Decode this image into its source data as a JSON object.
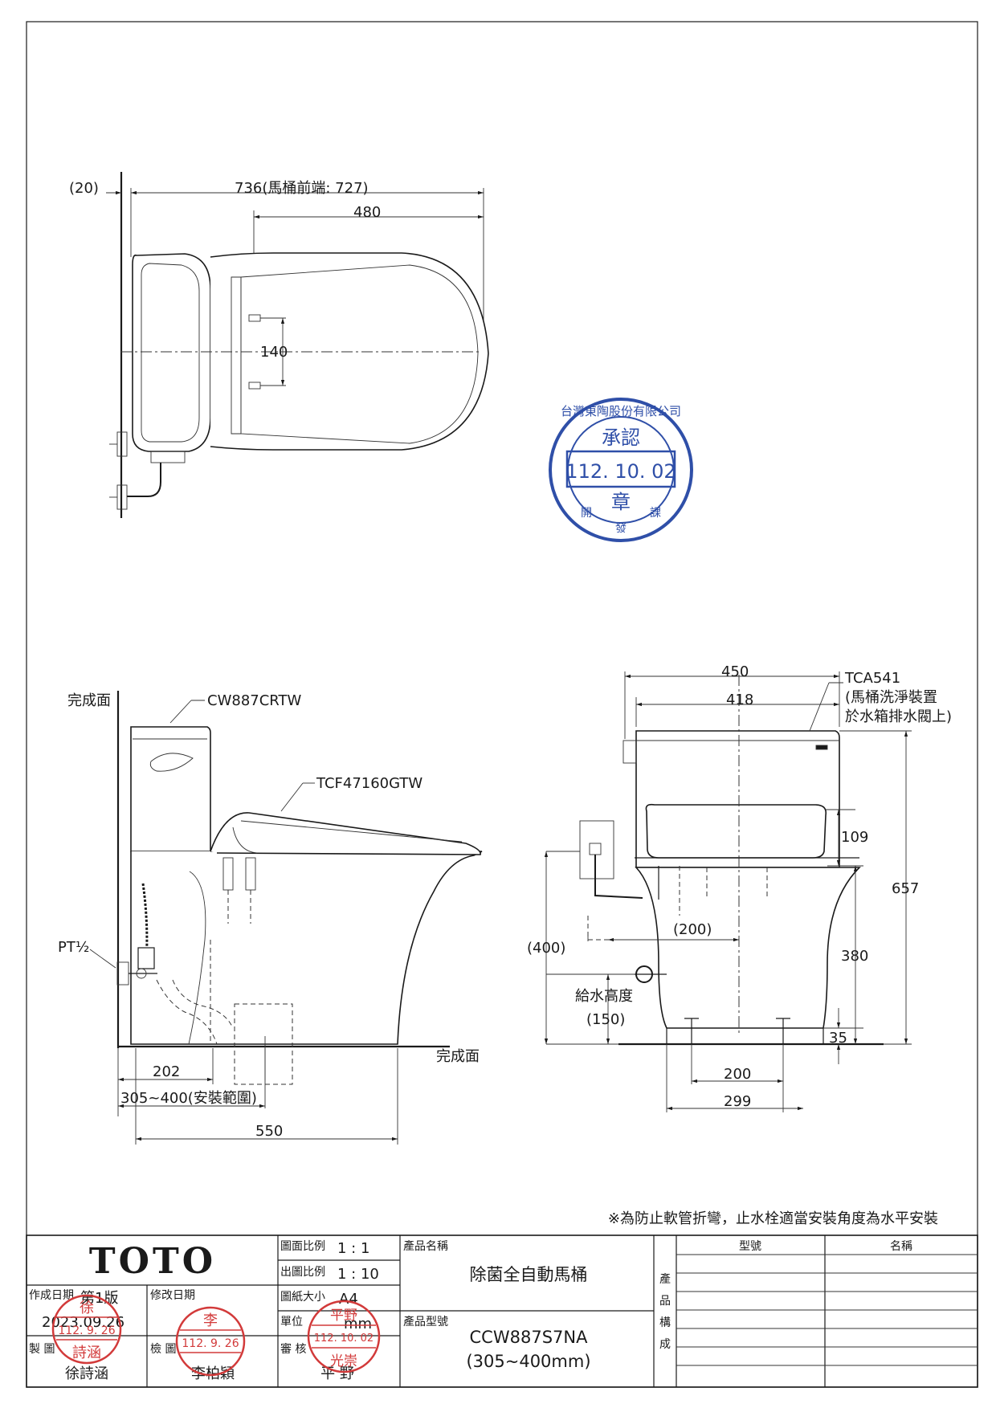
{
  "dims": {
    "top_offset": "(20)",
    "top_length": "736(馬桶前端: 727)",
    "top_seat": "480",
    "top_bolt": "140",
    "front_450": "450",
    "front_418": "418",
    "front_109": "109",
    "front_657": "657",
    "front_380": "380",
    "front_35": "35",
    "front_400": "(400)",
    "front_200p": "(200)",
    "front_200": "200",
    "front_299": "299",
    "water_height_label": "給水高度",
    "water_height_val": "(150)",
    "side_202": "202",
    "side_range": "305~400(安裝範圍)",
    "side_550": "550"
  },
  "labels": {
    "finish_wall": "完成面",
    "finish_floor": "完成面",
    "tank_model": "CW887CRTW",
    "seat_model": "TCF47160GTW",
    "pipe_thread": "PT½",
    "tca_model": "TCA541",
    "tca_note_1": "(馬桶洗淨裝置",
    "tca_note_2": "於水箱排水閥上)",
    "install_note": "※為防止軟管折彎，止水栓適當安裝角度為水平安裝"
  },
  "approval_stamp": {
    "company": "台灣東陶股份有限公司",
    "title": "承認",
    "date": "112. 10. 02",
    "mark": "章",
    "dept_1": "開",
    "dept_2": "發",
    "dept_3": "課"
  },
  "title_block": {
    "brand": "TOTO",
    "created_label": "作成日期",
    "edition": "第1版",
    "created_date": "2023.09.26",
    "revised_label": "修改日期",
    "maker_label": "製 圖",
    "maker_name": "徐詩涵",
    "checker_label": "檢 圖",
    "checker_name": "李柏穎",
    "drawing_scale_label": "圖面比例",
    "drawing_scale": "1 : 1",
    "print_scale_label": "出圖比例",
    "print_scale": "1 : 10",
    "paper_label": "圖紙大小",
    "paper": "A4",
    "unit_label": "單位",
    "unit": "mm",
    "review_label": "審 核",
    "reviewer": "平 野",
    "product_name_label": "產品名稱",
    "product_name": "除菌全自動馬桶",
    "product_no_label": "產品型號",
    "product_no": "CCW887S7NA",
    "product_range": "(305~400mm)",
    "composition_1": "產",
    "composition_2": "品",
    "composition_3": "構",
    "composition_4": "成",
    "col_model": "型號",
    "col_name": "名稱"
  },
  "person_stamps": {
    "maker_stamp_1": "徐",
    "maker_stamp_date": "112. 9. 26",
    "maker_stamp_2": "詩涵",
    "checker_stamp_1": "李",
    "checker_stamp_date": "112. 9. 26",
    "reviewer_stamp_1": "平野",
    "reviewer_stamp_date": "112. 10. 02",
    "reviewer_stamp_2": "光崇"
  },
  "colors": {
    "line": "#1a1a1a",
    "stamp_red": "#d23a3a",
    "stamp_blue": "#2f4fa8"
  }
}
